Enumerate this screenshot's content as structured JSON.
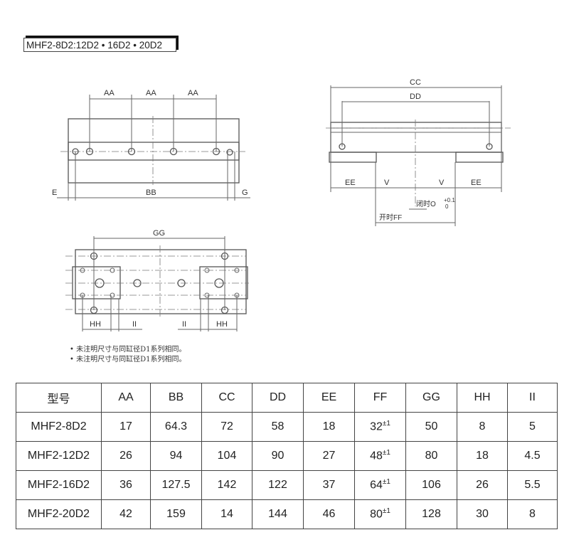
{
  "header": {
    "title": "MHF2-8D2:12D2 • 16D2 • 20D2"
  },
  "front_view": {
    "labels": [
      "AA",
      "AA",
      "AA"
    ],
    "e": "E",
    "bb": "BB",
    "g": "G"
  },
  "side_view": {
    "cc": "CC",
    "dd": "DD",
    "ee": "EE",
    "v": "V",
    "closed": "闭时O",
    "closed_tol_upper": "+0.1",
    "closed_tol_lower": "0",
    "open": "开时FF"
  },
  "bottom_view": {
    "gg": "GG",
    "hh": "HH",
    "ii": "II"
  },
  "notes": [
    "• 未注明尺寸与同缸径D1系列相同。",
    "• 未注明尺寸与同缸径D1系列相同。"
  ],
  "table": {
    "headers": [
      "型号",
      "AA",
      "BB",
      "CC",
      "DD",
      "EE",
      "FF",
      "GG",
      "HH",
      "II"
    ],
    "rows": [
      {
        "model": "MHF2-8D2",
        "aa": "17",
        "bb": "64.3",
        "cc": "72",
        "dd": "58",
        "ee": "18",
        "ff": "32",
        "ff_tol": "±1",
        "gg": "50",
        "hh": "8",
        "ii": "5"
      },
      {
        "model": "MHF2-12D2",
        "aa": "26",
        "bb": "94",
        "cc": "104",
        "dd": "90",
        "ee": "27",
        "ff": "48",
        "ff_tol": "±1",
        "gg": "80",
        "hh": "18",
        "ii": "4.5"
      },
      {
        "model": "MHF2-16D2",
        "aa": "36",
        "bb": "127.5",
        "cc": "142",
        "dd": "122",
        "ee": "37",
        "ff": "64",
        "ff_tol": "±1",
        "gg": "106",
        "hh": "26",
        "ii": "5.5"
      },
      {
        "model": "MHF2-20D2",
        "aa": "42",
        "bb": "159",
        "cc": "14",
        "dd": "144",
        "ee": "46",
        "ff": "80",
        "ff_tol": "±1",
        "gg": "128",
        "hh": "30",
        "ii": "8"
      }
    ]
  }
}
